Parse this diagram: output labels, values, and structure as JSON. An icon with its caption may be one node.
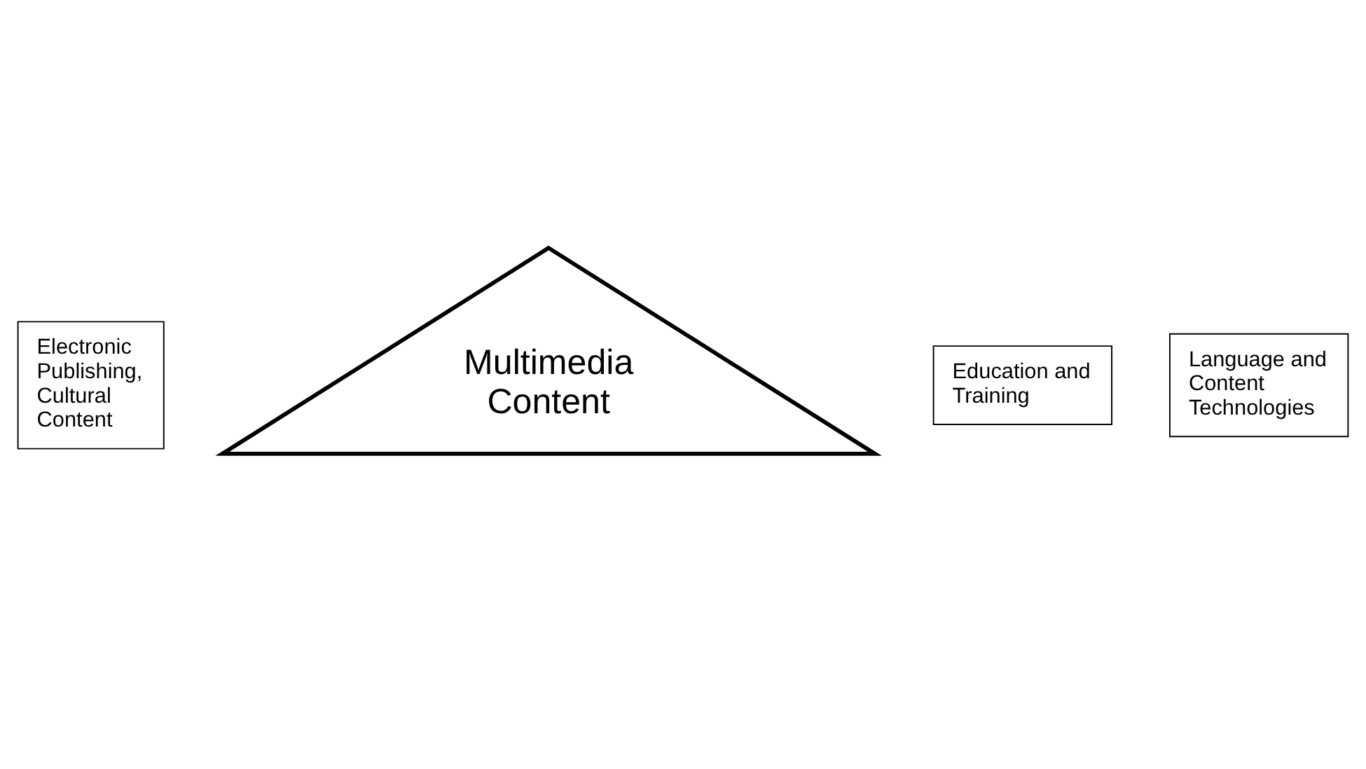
{
  "diagram": {
    "nodes": [
      {
        "text": [
          "Multimedia Content"
        ]
      },
      {
        "text": [
          "Electronic Publishing, Cultural Content"
        ]
      },
      {
        "text": [
          "Education and Training"
        ]
      },
      {
        "text": [
          "Language and Content Technologies"
        ]
      }
    ]
  }
}
